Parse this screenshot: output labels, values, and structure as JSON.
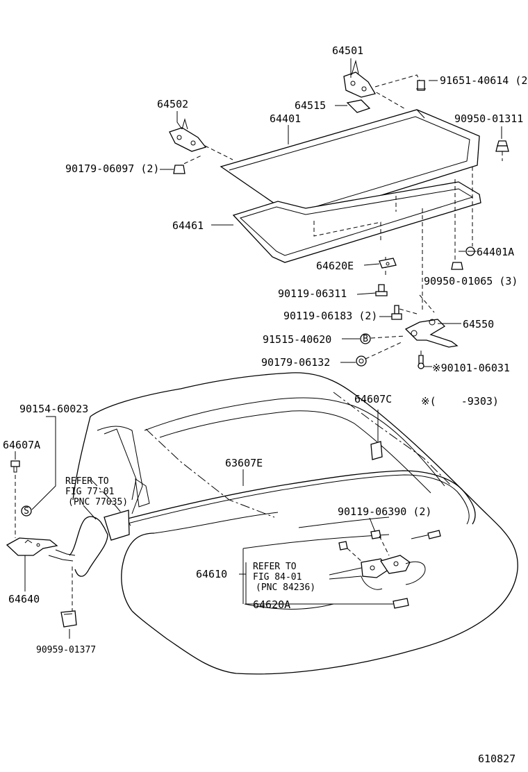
{
  "labels": {
    "p64501": "64501",
    "p91651": "91651-40614 (2)",
    "p64502": "64502",
    "p64515": "64515",
    "p64401": "64401",
    "p90950a": "90950-01311",
    "p90179a": "90179-06097 (2)",
    "p64461": "64461",
    "p64401a": "64401A",
    "p64620e": "64620E",
    "p90119a": "90119-06311",
    "p90950b": "90950-01065 (3)",
    "p90119b": "90119-06183 (2)",
    "p64550": "64550",
    "p91515": "91515-40620",
    "p90179b": "90179-06132",
    "p90101": "※90101-06031",
    "p90154": "90154-60023",
    "p64607c": "64607C",
    "note": "※(    -9303)",
    "p64607a": "64607A",
    "p63607e": "63607E",
    "refer1_a": "REFER TO",
    "refer1_b": "FIG 77-01",
    "refer1_c": "(PNC 77035)",
    "p90119c": "90119-06390 (2)",
    "p64610": "64610",
    "refer2_a": "REFER TO",
    "refer2_b": "FIG 84-01",
    "refer2_c": "(PNC 84236)",
    "p64620a": "64620A",
    "p64640": "64640",
    "p90959": "90959-01377",
    "diagram_id": "610827"
  },
  "symbols": {
    "circle_b": "B",
    "circle_s": "S"
  }
}
